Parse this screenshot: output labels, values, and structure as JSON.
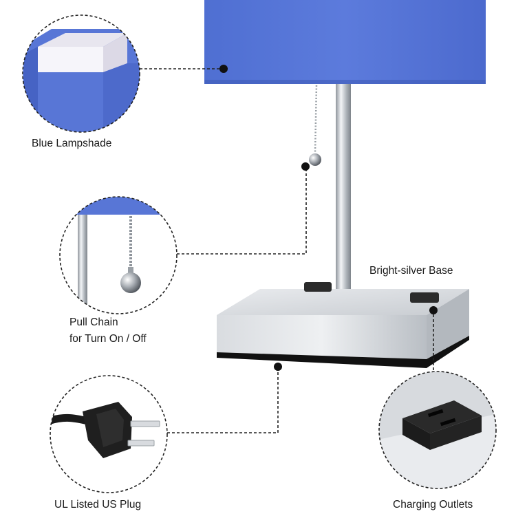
{
  "product": {
    "shade_color": "#5877d6",
    "metal_color": "#c9cdd3",
    "outlet_color": "#2b2b2b"
  },
  "callouts": [
    {
      "id": "shade",
      "label": "Blue Lampshade",
      "icon": "lampshade-closeup"
    },
    {
      "id": "chain",
      "label_line1": "Pull Chain",
      "label_line2": "for Turn On / Off",
      "icon": "pull-chain-closeup"
    },
    {
      "id": "base",
      "label": "Bright-silver Base"
    },
    {
      "id": "plug",
      "label": "UL Listed US Plug",
      "icon": "plug-closeup"
    },
    {
      "id": "outlets",
      "label": "Charging Outlets",
      "icon": "outlet-closeup"
    }
  ]
}
